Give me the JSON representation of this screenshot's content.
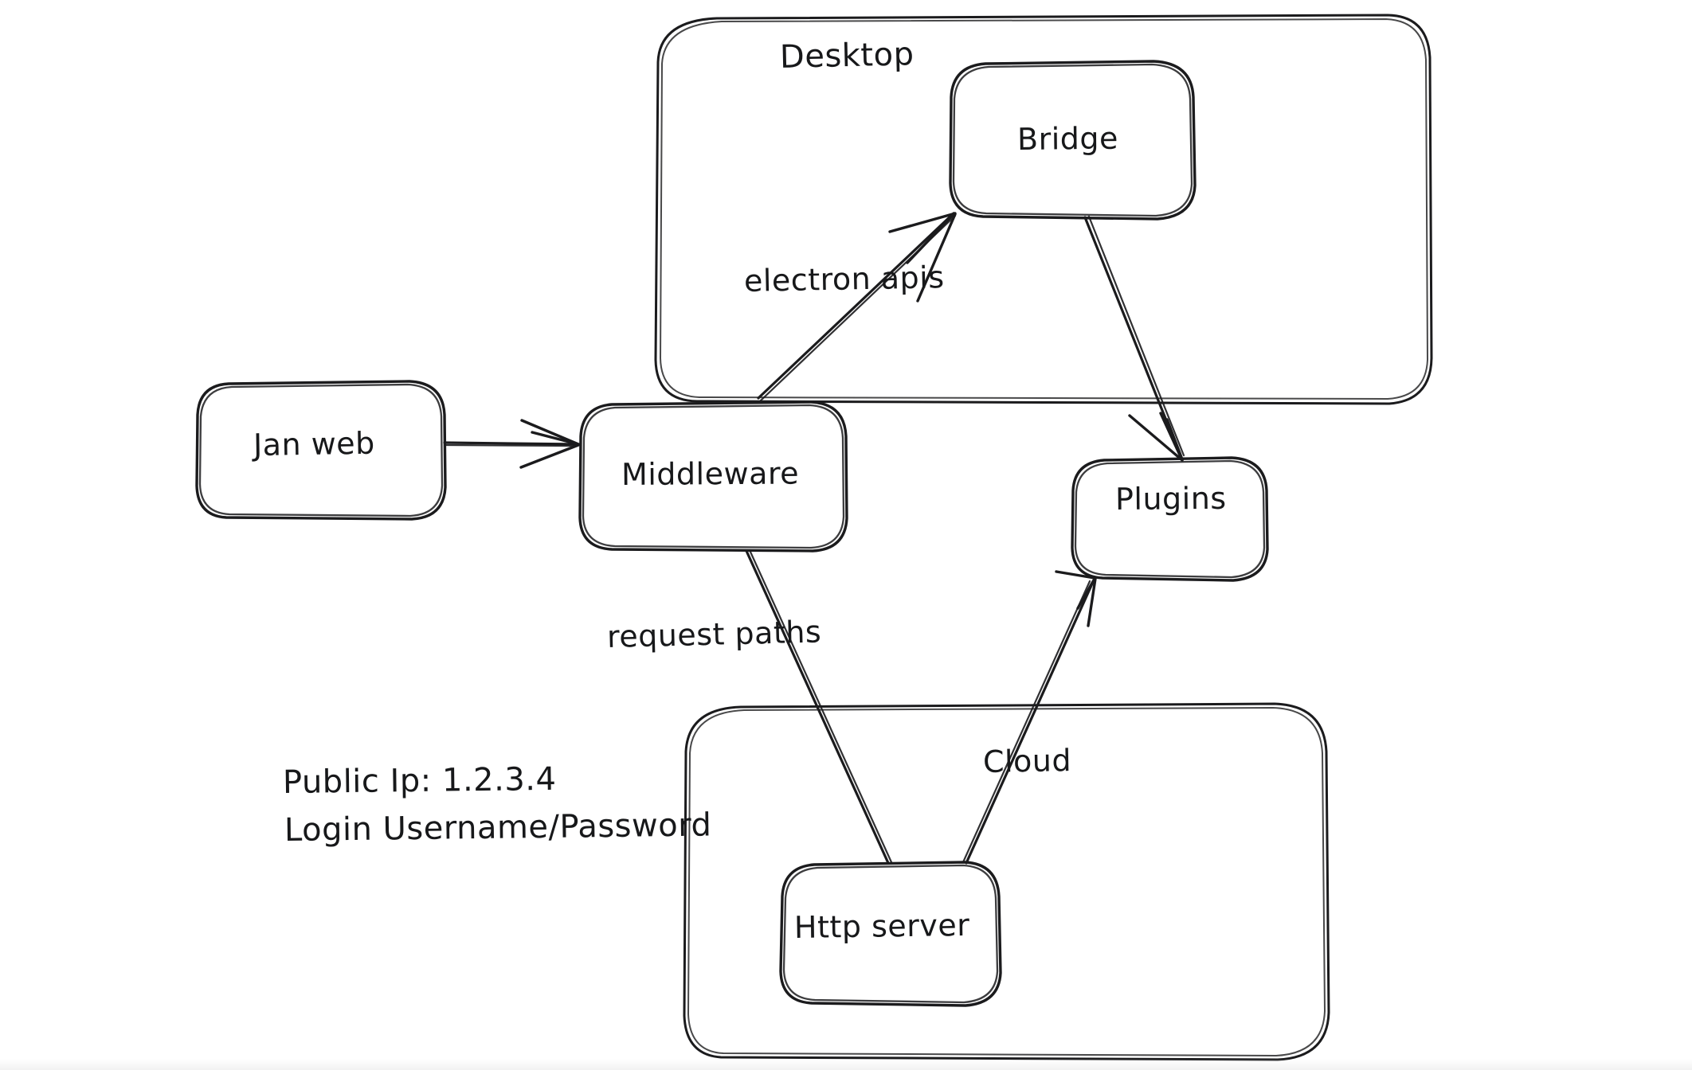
{
  "diagram": {
    "title": "Jan architecture sketch",
    "style": "hand-drawn whiteboard",
    "stroke_color": "#1b1b1d",
    "background_color": "#ffffff"
  },
  "groups": [
    {
      "id": "desktop",
      "label": "Desktop",
      "label_position": "top-center"
    },
    {
      "id": "cloud",
      "label": "",
      "label_position": "none"
    }
  ],
  "nodes": [
    {
      "id": "jan-web",
      "label": "Jan web"
    },
    {
      "id": "middleware",
      "label": "Middleware"
    },
    {
      "id": "bridge",
      "label": "Bridge"
    },
    {
      "id": "plugins",
      "label": "Plugins"
    },
    {
      "id": "http-server",
      "label": "Http server"
    }
  ],
  "edges": [
    {
      "id": "janweb-to-middleware",
      "from": "jan-web",
      "to": "middleware",
      "label": "",
      "arrow": true
    },
    {
      "id": "middleware-to-bridge",
      "from": "middleware",
      "to": "bridge",
      "label": "electron apis",
      "arrow": true
    },
    {
      "id": "bridge-to-plugins",
      "from": "bridge",
      "to": "plugins",
      "label": "",
      "arrow": true
    },
    {
      "id": "middleware-to-http",
      "from": "middleware",
      "to": "http-server",
      "label": "request paths",
      "arrow": false
    },
    {
      "id": "http-to-plugins",
      "from": "http-server",
      "to": "plugins",
      "label": "Cloud",
      "arrow": true
    }
  ],
  "notes": {
    "line1": "Public Ip: 1.2.3.4",
    "line2": "Login Username/Password"
  }
}
